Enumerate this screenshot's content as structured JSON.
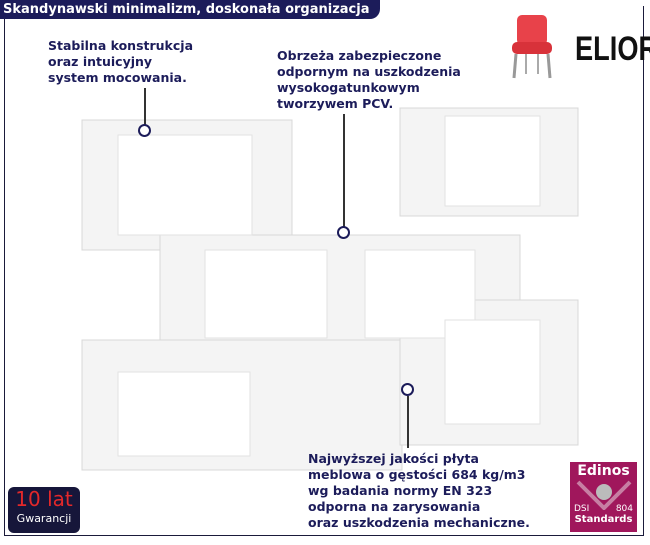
{
  "banner": "Skandynawski minimalizm, doskonała organizacja",
  "brand": "ELIOR",
  "notes": {
    "stability": [
      "Stabilna konstrukcja",
      "oraz intuicyjny",
      "system mocowania."
    ],
    "edges": [
      "Obrzeża zabezpieczone",
      "odpornym na uszkodzenia",
      "wysokogatunkowym",
      "tworzywem PCV."
    ],
    "board": [
      "Najwyższej jakości płyta",
      "meblowa o gęstości 684 kg/m3",
      "wg badania normy EN 323",
      "odporna na zarysowania",
      "oraz uszkodzenia mechaniczne."
    ]
  },
  "warranty": {
    "years": "10 lat",
    "label": "Gwarancji"
  },
  "certificate": {
    "brand": "Edinos",
    "left": "DSI",
    "right": "804",
    "label": "Standards"
  }
}
